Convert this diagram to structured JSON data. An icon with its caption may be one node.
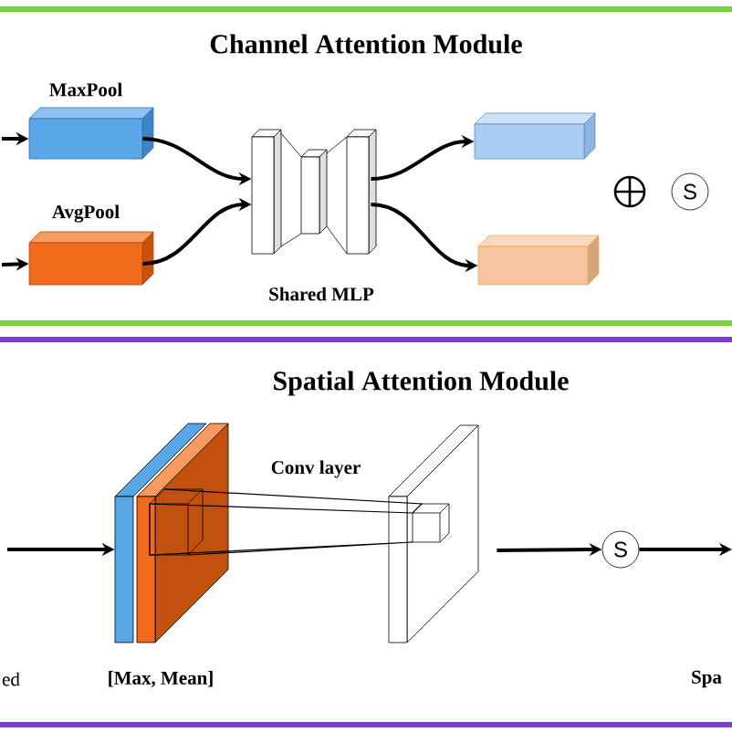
{
  "diagram": {
    "nodes": [
      {
        "text": [
          "Channel Attention Module"
        ]
      },
      {
        "text": [
          "MaxPool"
        ],
        "in": 0
      },
      {
        "text": [
          "AvgPool"
        ],
        "in": 0
      },
      {
        "text": [
          "Shared MLP"
        ],
        "in": 0
      },
      {
        "text": [],
        "shape": "box",
        "in": 0
      },
      {
        "text": [],
        "shape": "box",
        "in": 0
      },
      {
        "text": [
          "Spatial Attention Module"
        ]
      },
      {
        "text": [
          "[Max, Mean]"
        ],
        "in": 6
      },
      {
        "text": [],
        "shape": "box",
        "in": 6
      },
      {
        "text": [
          "S"
        ],
        "in": 6
      }
    ],
    "edges": [
      {
        "from": null,
        "to": 1,
        "arrow": "to"
      },
      {
        "from": null,
        "to": 2,
        "arrow": "to"
      },
      {
        "from": 1,
        "to": 3,
        "arrow": "to"
      },
      {
        "from": 2,
        "to": 3,
        "arrow": "to"
      },
      {
        "from": 3,
        "to": 4,
        "arrow": "to"
      },
      {
        "from": 3,
        "to": 5,
        "arrow": "to"
      },
      {
        "from": null,
        "to": 7,
        "arrow": "to"
      },
      {
        "from": 8,
        "to": 9,
        "arrow": "to"
      },
      {
        "from": 9,
        "to": null,
        "arrow": "to"
      },
      {
        "from": 7,
        "to": 8,
        "arrow": "none",
        "label": "Conv layer"
      }
    ],
    "labels": [
      "S",
      "ed",
      "Spa"
    ]
  }
}
